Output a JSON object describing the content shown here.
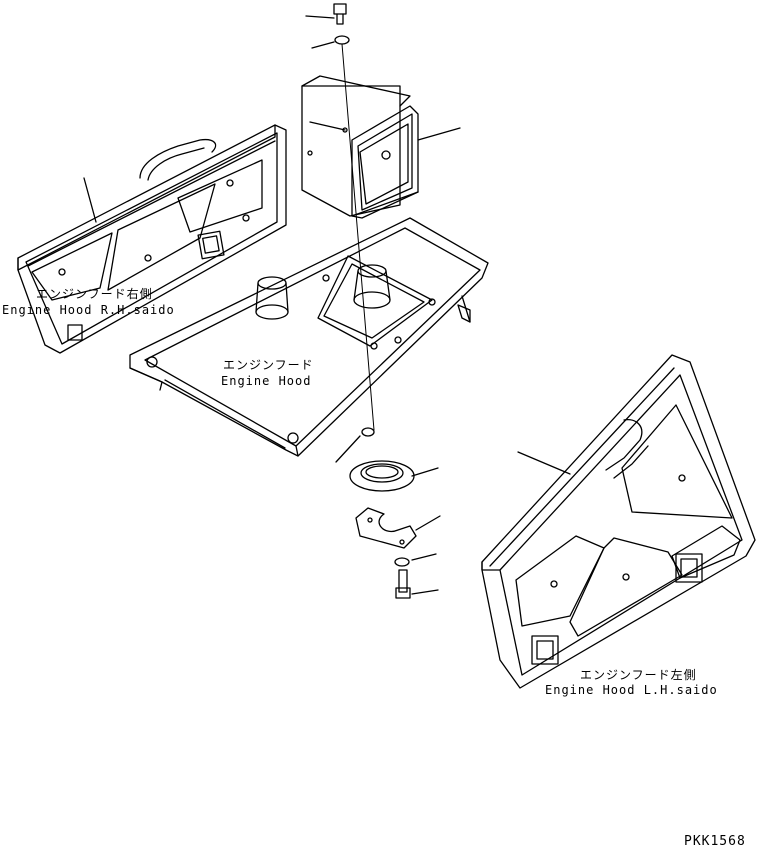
{
  "labels": {
    "rh_hood_jp": "エンジンフード右側",
    "rh_hood_en": "Engine Hood R.H.saido",
    "hood_jp": "エンジンフード",
    "hood_en": "Engine Hood",
    "lh_hood_jp": "エンジンフード左側",
    "lh_hood_en": "Engine Hood L.H.saido"
  },
  "drawing_code": "PKK1568",
  "colors": {
    "line": "#000000",
    "background": "#ffffff"
  }
}
